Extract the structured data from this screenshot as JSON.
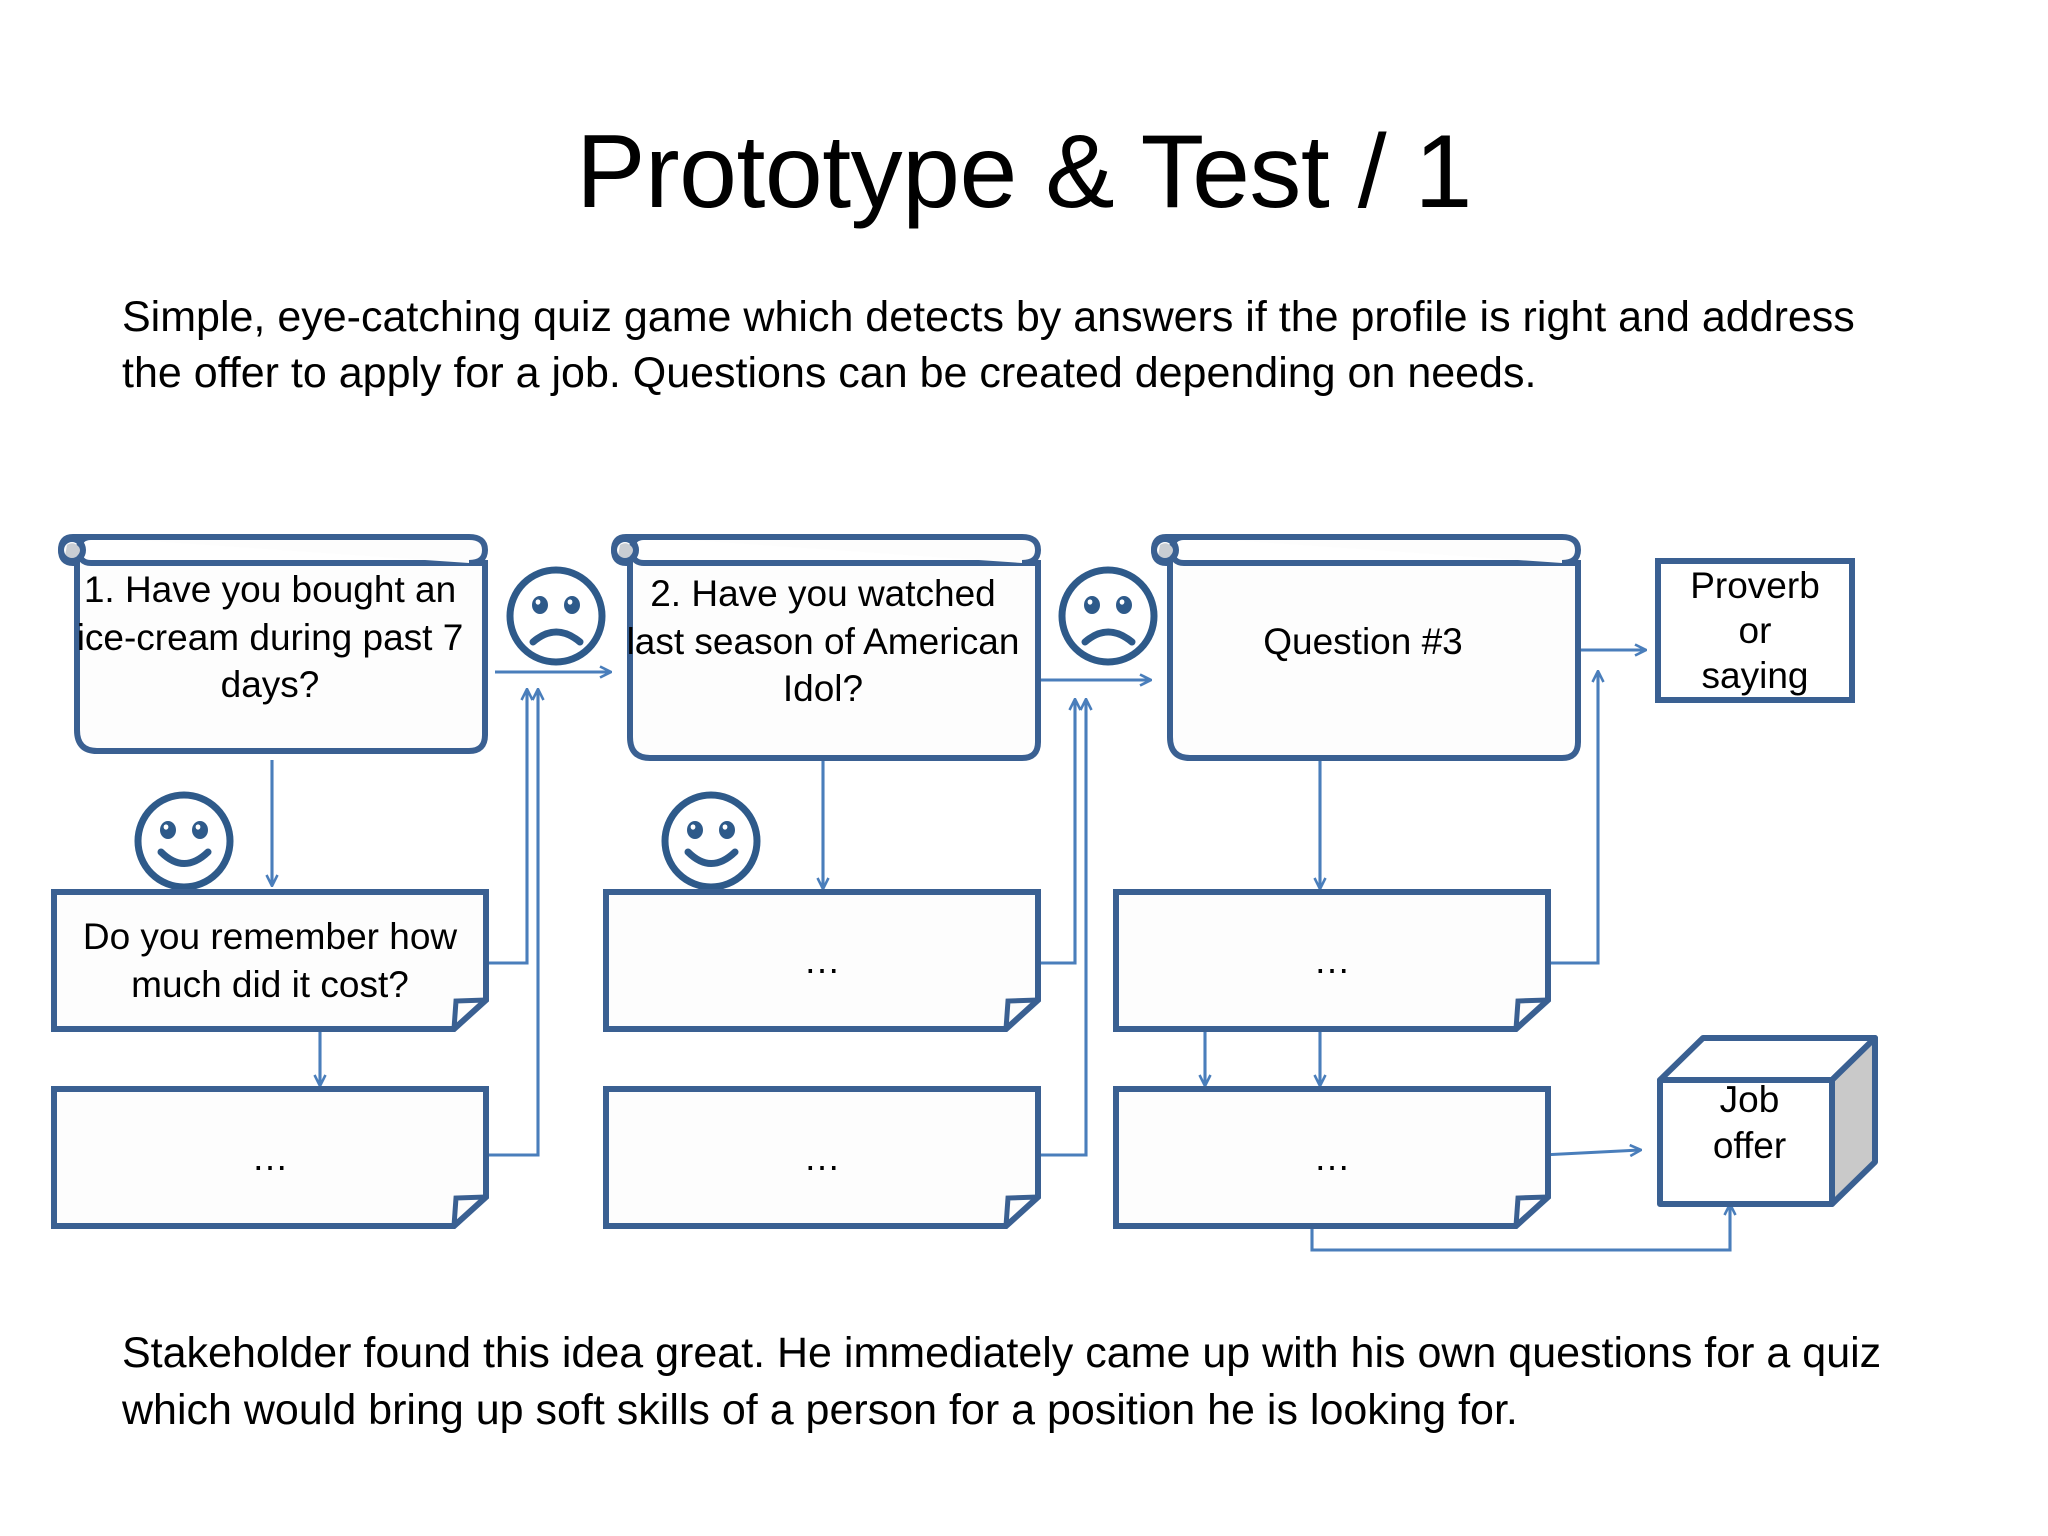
{
  "slide": {
    "title": "Prototype & Test / 1",
    "intro": "Simple, eye-catching quiz game which detects by answers if the profile is right and address the offer to apply for a job. Questions can be created depending on needs.",
    "footer": "Stakeholder found this idea great. He immediately came up with his own questions for a quiz which would bring up soft skills of a person for a position he is looking for."
  },
  "colors": {
    "accent": "#3A6092",
    "connector": "#4A7EBB",
    "face_stroke": "#2E5A8A",
    "cube_side": "#C9C9C9",
    "card_fill": "#FDFDFD",
    "text": "#000000"
  },
  "diagram": {
    "columns": [
      {
        "question": {
          "label": "1. Have you bought an ice-cream during past 7 days?",
          "shape": "scroll"
        },
        "answers": [
          {
            "label": "Do you remember how much did it cost?",
            "shape": "document"
          },
          {
            "label": "…",
            "shape": "document"
          }
        ],
        "sad_face": {
          "name": "sad-face-icon",
          "mood": "sad"
        },
        "happy_face": {
          "name": "happy-face-icon",
          "mood": "happy"
        }
      },
      {
        "question": {
          "label": "2. Have you watched last season of American Idol?",
          "shape": "scroll"
        },
        "answers": [
          {
            "label": "…",
            "shape": "document"
          },
          {
            "label": "…",
            "shape": "document"
          }
        ],
        "sad_face": {
          "name": "sad-face-icon",
          "mood": "sad"
        },
        "happy_face": {
          "name": "happy-face-icon",
          "mood": "happy"
        }
      },
      {
        "question": {
          "label": "Question #3",
          "shape": "scroll"
        },
        "answers": [
          {
            "label": "…",
            "shape": "document"
          },
          {
            "label": "…",
            "shape": "document"
          }
        ]
      }
    ],
    "outcomes": [
      {
        "label": "Proverb or saying",
        "shape": "rectangle",
        "lines": [
          "Proverb",
          "or",
          "saying"
        ]
      },
      {
        "label": "Job offer",
        "shape": "cube",
        "lines": [
          "Job",
          "offer"
        ]
      }
    ]
  }
}
